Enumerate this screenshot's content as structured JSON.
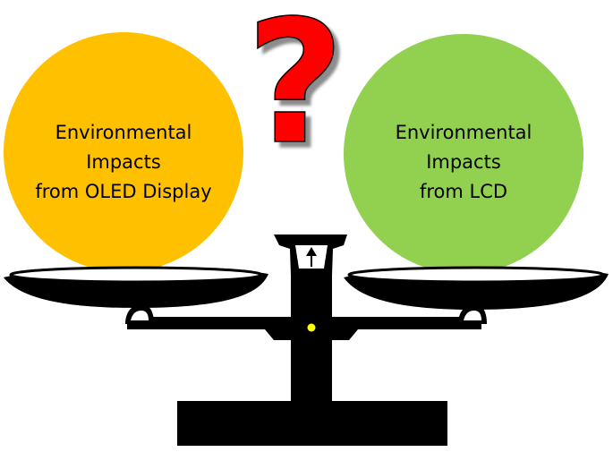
{
  "question_mark": "?",
  "left_circle": {
    "lines": [
      "Environmental",
      "Impacts",
      "from OLED Display"
    ],
    "color": "#FFC000"
  },
  "right_circle": {
    "lines": [
      "Environmental",
      "Impacts",
      "from LCD"
    ],
    "color": "#92D050"
  },
  "colors": {
    "question_mark": "#FF0000",
    "scale": "#000000",
    "pivot": "#FFFF00"
  },
  "icons": [
    "question-mark-icon",
    "balance-scale-icon",
    "up-arrow-icon"
  ]
}
